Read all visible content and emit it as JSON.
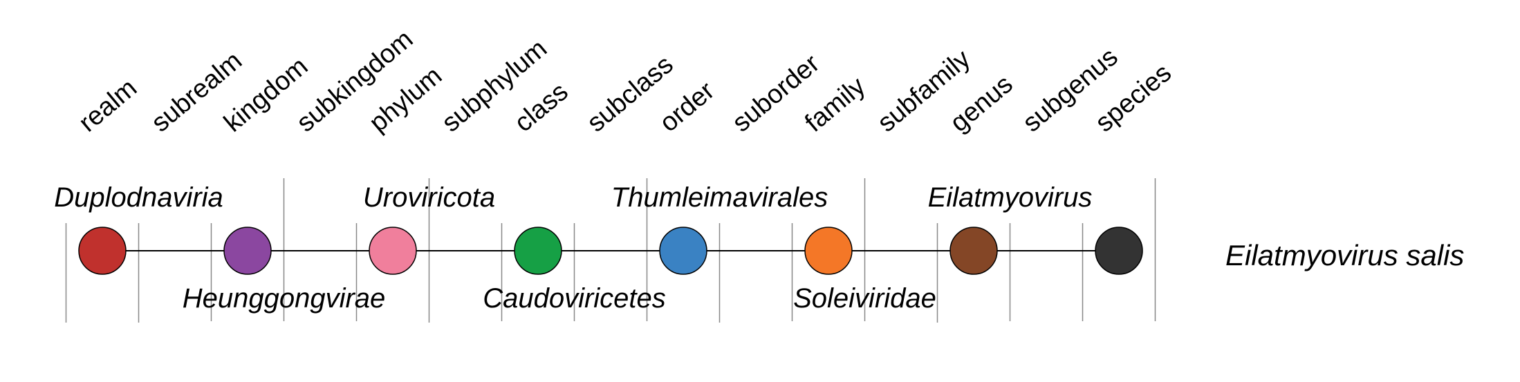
{
  "ranks": [
    "realm",
    "subrealm",
    "kingdom",
    "subkingdom",
    "phylum",
    "subphylum",
    "class",
    "subclass",
    "order",
    "suborder",
    "family",
    "subfamily",
    "genus",
    "subgenus",
    "species"
  ],
  "taxa_above": [
    {
      "name": "Duplodnaviria",
      "rank": "realm"
    },
    {
      "name": "Uroviricota",
      "rank": "phylum"
    },
    {
      "name": "Thumleimavirales",
      "rank": "order"
    },
    {
      "name": "Eilatmyovirus",
      "rank": "genus"
    }
  ],
  "taxa_below": [
    {
      "name": "Heunggongvirae",
      "rank": "kingdom"
    },
    {
      "name": "Caudoviricetes",
      "rank": "class"
    },
    {
      "name": "Soleiviridae",
      "rank": "family"
    }
  ],
  "nodes": [
    {
      "rank": "realm",
      "color": "#c0312d"
    },
    {
      "rank": "kingdom",
      "color": "#8b47a0"
    },
    {
      "rank": "phylum",
      "color": "#f07f9c"
    },
    {
      "rank": "class",
      "color": "#16a045"
    },
    {
      "rank": "order",
      "color": "#3a82c3"
    },
    {
      "rank": "family",
      "color": "#f47727"
    },
    {
      "rank": "genus",
      "color": "#844626"
    },
    {
      "rank": "species",
      "color": "#333333"
    }
  ],
  "species": "Eilatmyovirus salis"
}
